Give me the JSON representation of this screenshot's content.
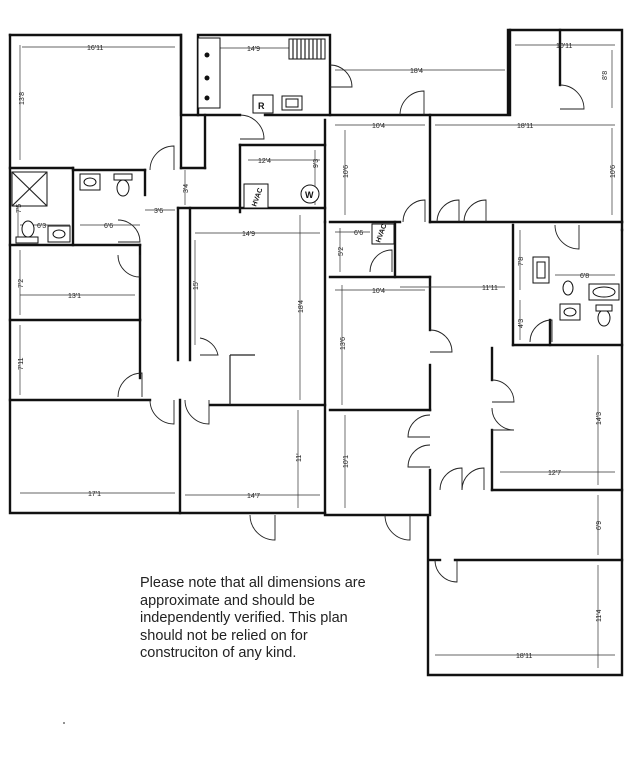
{
  "dimensions": [
    "16'11",
    "14'9",
    "18'4",
    "10'11",
    "8'8",
    "13'8",
    "10'4",
    "18'11",
    "12'4",
    "9'3",
    "10'6",
    "10'6",
    "3'4",
    "3'6",
    "6'6",
    "7'5",
    "6'3",
    "14'9",
    "6'6",
    "5'2",
    "7'8",
    "6'8",
    "11'11",
    "7'2",
    "13'1",
    "15'",
    "18'4",
    "10'4",
    "4'3",
    "7'11",
    "13'6",
    "14'3",
    "11'",
    "10'1",
    "12'7",
    "17'1",
    "14'7",
    "6'9",
    "11'4",
    "18'11"
  ],
  "fixture_labels": [
    "R",
    "HVAC",
    "W",
    "HVAC"
  ],
  "disclaimer_lines": [
    "Please note that all dimensions are",
    "approximate and should be",
    "independently verified.  This plan",
    "should not be relied on for",
    "construciton of any kind."
  ]
}
